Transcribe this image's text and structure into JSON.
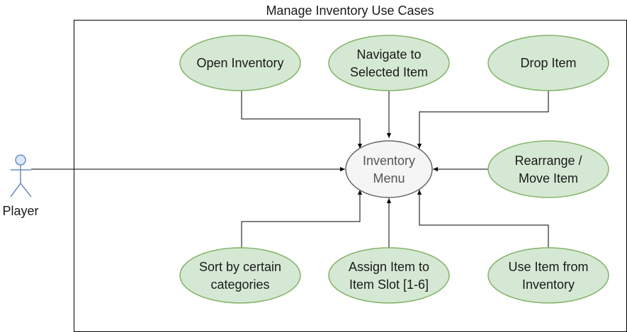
{
  "diagram": {
    "title": "Manage Inventory Use Cases",
    "actor": {
      "label": "Player"
    },
    "center": {
      "lines": [
        "Inventory",
        "Menu"
      ]
    },
    "use_cases": [
      {
        "id": "open-inventory",
        "lines": [
          "Open Inventory"
        ]
      },
      {
        "id": "navigate-to-selected-item",
        "lines": [
          "Navigate to",
          "Selected Item"
        ]
      },
      {
        "id": "drop-item",
        "lines": [
          "Drop Item"
        ]
      },
      {
        "id": "rearrange-move-item",
        "lines": [
          "Rearrange /",
          "Move Item"
        ]
      },
      {
        "id": "sort-by-categories",
        "lines": [
          "Sort by certain",
          "categories"
        ]
      },
      {
        "id": "assign-item-to-slot",
        "lines": [
          "Assign Item to",
          "Item Slot [1-6]"
        ]
      },
      {
        "id": "use-item-from-inventory",
        "lines": [
          "Use Item from",
          "Inventory"
        ]
      }
    ],
    "colors": {
      "use_case_fill": "#d5e8d4",
      "use_case_stroke": "#82b366",
      "center_fill": "#f5f5f5",
      "center_stroke": "#666666",
      "actor_fill": "#dae8fc",
      "actor_stroke": "#6c8ebf"
    }
  }
}
